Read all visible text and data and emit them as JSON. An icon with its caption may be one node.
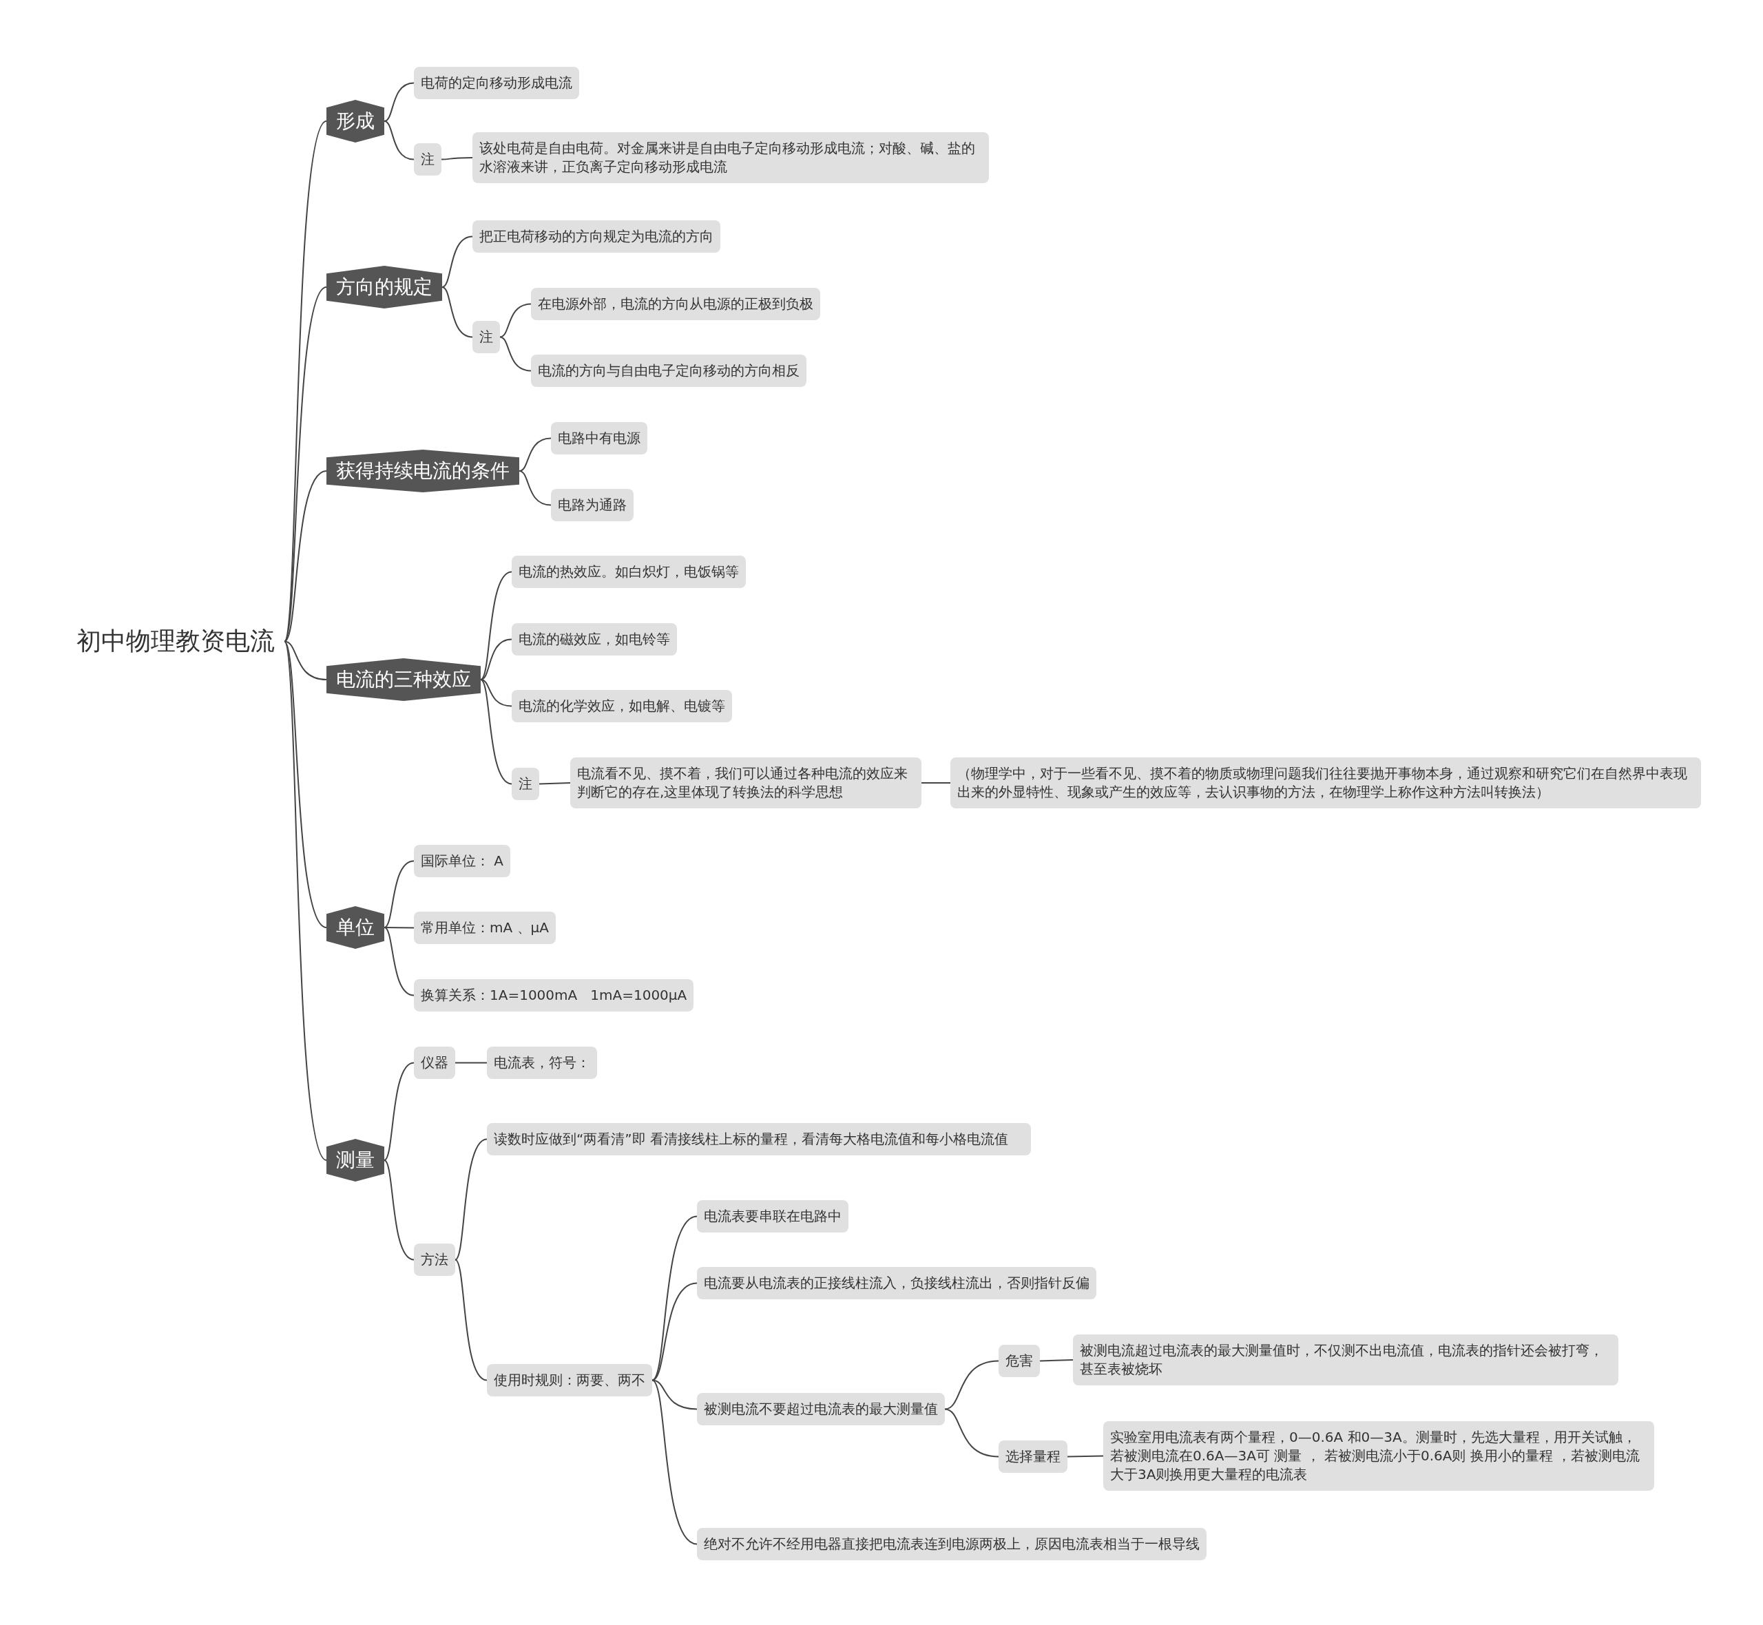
{
  "diagram": {
    "nodes": [
      {
        "text": [
          "初中物理教资电流"
        ]
      },
      {
        "text": [
          "形成"
        ]
      },
      {
        "text": [
          "电荷的定向移动形成电流"
        ]
      },
      {
        "text": [
          "注"
        ]
      },
      {
        "text": [
          "该处电荷是自由电荷。对金属来讲是自由电子定向移动形成电流；对酸、碱、盐的水溶液来讲，正负离子定向移动形成电流"
        ]
      },
      {
        "text": [
          "方向的规定"
        ]
      },
      {
        "text": [
          "把正电荷移动的方向规定为电流的方向"
        ]
      },
      {
        "text": [
          "注"
        ]
      },
      {
        "text": [
          "在电源外部，电流的方向从电源的正极到负极"
        ]
      },
      {
        "text": [
          "电流的方向与自由电子定向移动的方向相反"
        ]
      },
      {
        "text": [
          "获得持续电流的条件"
        ]
      },
      {
        "text": [
          "电路中有电源"
        ]
      },
      {
        "text": [
          "电路为通路"
        ]
      },
      {
        "text": [
          "电流的三种效应"
        ]
      },
      {
        "text": [
          "电流的热效应。如白炽灯，电饭锅等"
        ]
      },
      {
        "text": [
          "电流的磁效应，如电铃等"
        ]
      },
      {
        "text": [
          "电流的化学效应，如电解、电镀等"
        ]
      },
      {
        "text": [
          "注"
        ]
      },
      {
        "text": [
          "电流看不见、摸不着，我们可以通过各种电流的效应来判断它的存在,这里体现了转换法的科学思想"
        ]
      },
      {
        "text": [
          "（物理学中，对于一些看不见、摸不着的物质或物理问题我们往往要抛开事物本身，通过观察和研究它们在自然界中表现出来的外显特性、现象或产生的效应等，去认识事物的方法，在物理学上称作这种方法叫转换法）"
        ]
      },
      {
        "text": [
          "单位"
        ]
      },
      {
        "text": [
          "国际单位： A"
        ]
      },
      {
        "text": [
          "常用单位：mA 、μA"
        ]
      },
      {
        "text": [
          "换算关系：1A=1000mA   1mA=1000μA"
        ]
      },
      {
        "text": [
          "测量"
        ]
      },
      {
        "text": [
          "仪器"
        ]
      },
      {
        "text": [
          "电流表，符号："
        ]
      },
      {
        "text": [
          "方法"
        ]
      },
      {
        "text": [
          "读数时应做到“两看清”即 看清接线柱上标的量程，看清每大格电流值和每小格电流值"
        ]
      },
      {
        "text": [
          "使用时规则：两要、两不"
        ]
      },
      {
        "text": [
          "电流表要串联在电路中"
        ]
      },
      {
        "text": [
          "电流要从电流表的正接线柱流入，负接线柱流出，否则指针反偏"
        ]
      },
      {
        "text": [
          "被测电流不要超过电流表的最大测量值"
        ]
      },
      {
        "text": [
          "危害"
        ]
      },
      {
        "text": [
          "被测电流超过电流表的最大测量值时，不仅测不出电流值，电流表的指针还会被打弯，甚至表被烧坏"
        ]
      },
      {
        "text": [
          "选择量程"
        ]
      },
      {
        "text": [
          "实验室用电流表有两个量程，0—0.6A 和0—3A。测量时，先选大量程，用开关试触，若被测电流在0.6A—3A可 测量 ， 若被测电流小于0.6A则 换用小的量程 ，若被测电流大于3A则换用更大量程的电流表"
        ]
      },
      {
        "text": [
          "绝对不允许不经用电器直接把电流表连到电源两极上，原因电流表相当于一根导线"
        ]
      }
    ],
    "edges": [
      {
        "from": 0,
        "to": 1,
        "arrow": "none"
      },
      {
        "from": 1,
        "to": 2,
        "arrow": "none"
      },
      {
        "from": 1,
        "to": 3,
        "arrow": "none"
      },
      {
        "from": 3,
        "to": 4,
        "arrow": "none"
      },
      {
        "from": 0,
        "to": 5,
        "arrow": "none"
      },
      {
        "from": 5,
        "to": 6,
        "arrow": "none"
      },
      {
        "from": 5,
        "to": 7,
        "arrow": "none"
      },
      {
        "from": 7,
        "to": 8,
        "arrow": "none"
      },
      {
        "from": 7,
        "to": 9,
        "arrow": "none"
      },
      {
        "from": 0,
        "to": 10,
        "arrow": "none"
      },
      {
        "from": 10,
        "to": 11,
        "arrow": "none"
      },
      {
        "from": 10,
        "to": 12,
        "arrow": "none"
      },
      {
        "from": 0,
        "to": 13,
        "arrow": "none"
      },
      {
        "from": 13,
        "to": 14,
        "arrow": "none"
      },
      {
        "from": 13,
        "to": 15,
        "arrow": "none"
      },
      {
        "from": 13,
        "to": 16,
        "arrow": "none"
      },
      {
        "from": 13,
        "to": 17,
        "arrow": "none"
      },
      {
        "from": 17,
        "to": 18,
        "arrow": "none"
      },
      {
        "from": 18,
        "to": 19,
        "arrow": "none"
      },
      {
        "from": 0,
        "to": 20,
        "arrow": "none"
      },
      {
        "from": 20,
        "to": 21,
        "arrow": "none"
      },
      {
        "from": 20,
        "to": 22,
        "arrow": "none"
      },
      {
        "from": 20,
        "to": 23,
        "arrow": "none"
      },
      {
        "from": 0,
        "to": 24,
        "arrow": "none"
      },
      {
        "from": 24,
        "to": 25,
        "arrow": "none"
      },
      {
        "from": 25,
        "to": 26,
        "arrow": "none"
      },
      {
        "from": 24,
        "to": 27,
        "arrow": "none"
      },
      {
        "from": 27,
        "to": 28,
        "arrow": "none"
      },
      {
        "from": 27,
        "to": 29,
        "arrow": "none"
      },
      {
        "from": 29,
        "to": 30,
        "arrow": "none"
      },
      {
        "from": 29,
        "to": 31,
        "arrow": "none"
      },
      {
        "from": 29,
        "to": 32,
        "arrow": "none"
      },
      {
        "from": 32,
        "to": 33,
        "arrow": "none"
      },
      {
        "from": 33,
        "to": 34,
        "arrow": "none"
      },
      {
        "from": 32,
        "to": 35,
        "arrow": "none"
      },
      {
        "from": 35,
        "to": 36,
        "arrow": "none"
      },
      {
        "from": 29,
        "to": 37,
        "arrow": "none"
      }
    ]
  }
}
